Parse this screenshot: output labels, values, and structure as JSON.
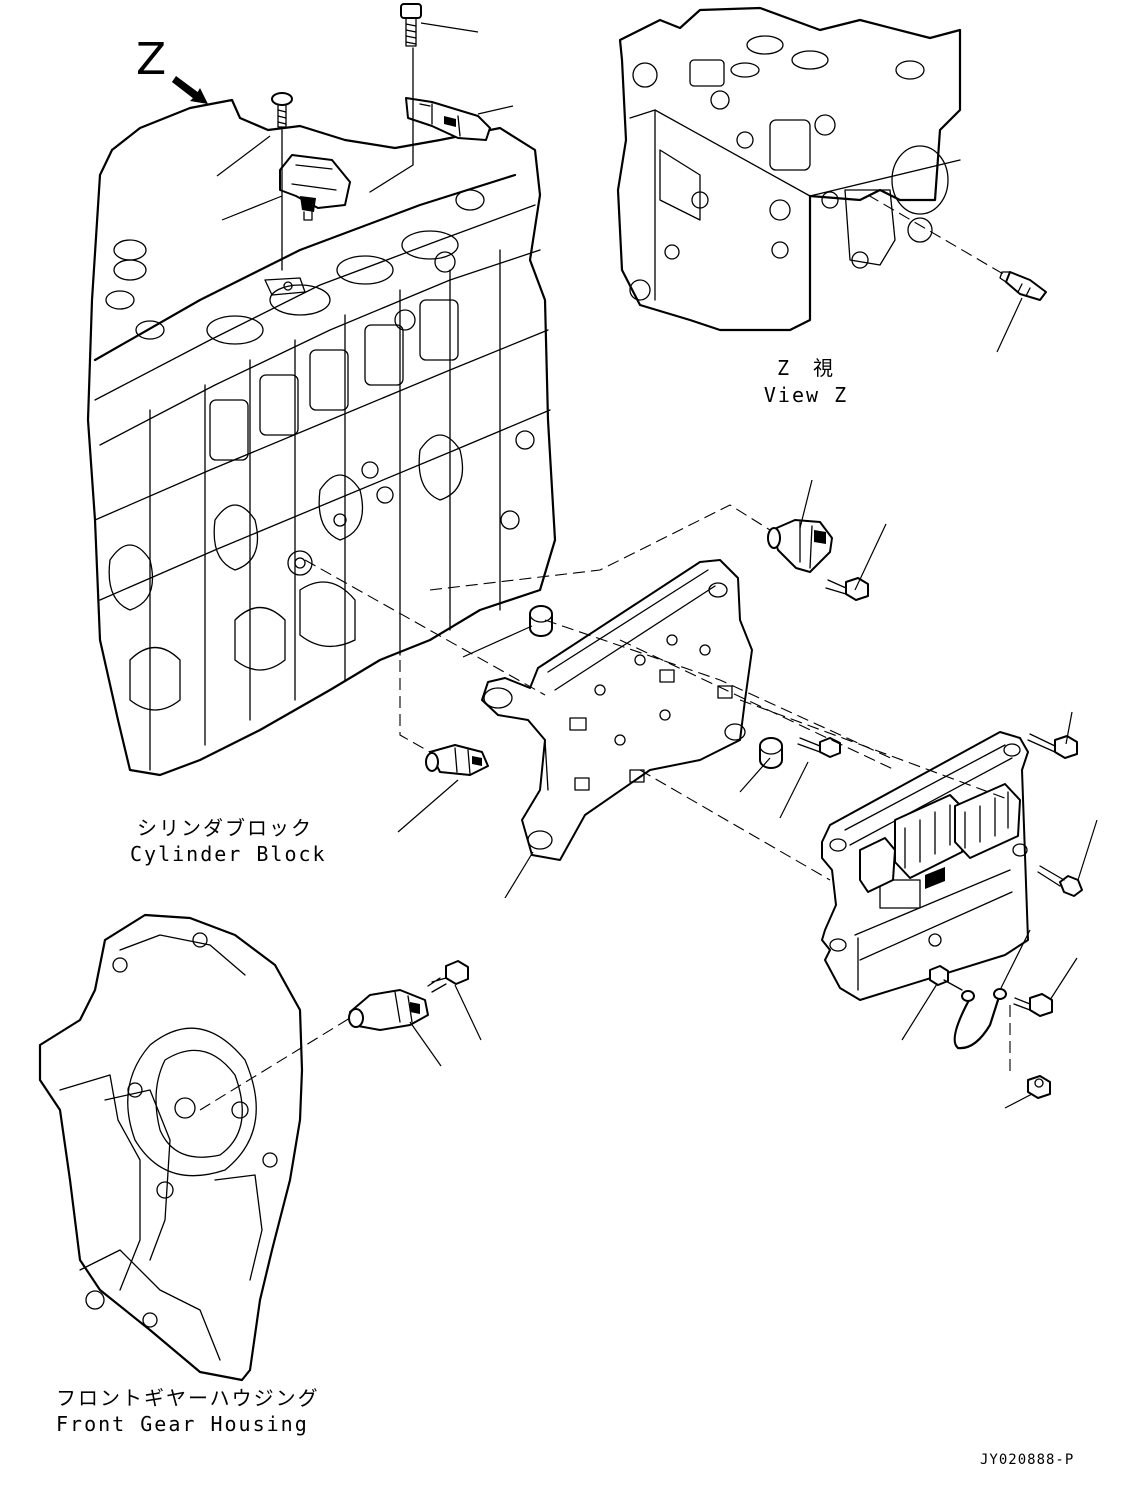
{
  "view_mark": {
    "letter": "Z"
  },
  "labels": {
    "view_z_jp": "Z　視",
    "view_z_en": "View Z",
    "cylinder_block_jp": "シリンダブロック",
    "cylinder_block_en": "Cylinder Block",
    "front_gear_jp": "フロントギヤーハウジング",
    "front_gear_en": "Front Gear Housing"
  },
  "drawing_code": "JY020888-P",
  "colors": {
    "ink": "#000000",
    "paper": "#ffffff"
  }
}
